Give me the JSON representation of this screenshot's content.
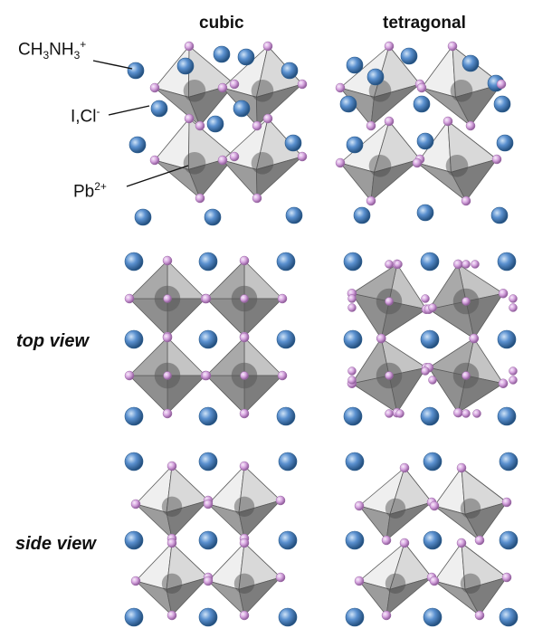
{
  "columns": {
    "cubic": "cubic",
    "tetragonal": "tetragonal"
  },
  "rows": {
    "top": "top view",
    "side": "side view"
  },
  "species": {
    "cation": {
      "base": "CH",
      "s1": "3",
      "mid": "NH",
      "s2": "3",
      "charge": "+"
    },
    "halide": {
      "base": "I,Cl",
      "charge": "-"
    },
    "lead": {
      "base": "Pb",
      "charge": "2+"
    }
  },
  "colors": {
    "cation_atom": "#4f86c6",
    "halide_atom": "#d7a6e0",
    "octahedron_light": "#efefef",
    "octahedron_mid": "#c4c4c4",
    "octahedron_dark": "#7d7d7d"
  }
}
